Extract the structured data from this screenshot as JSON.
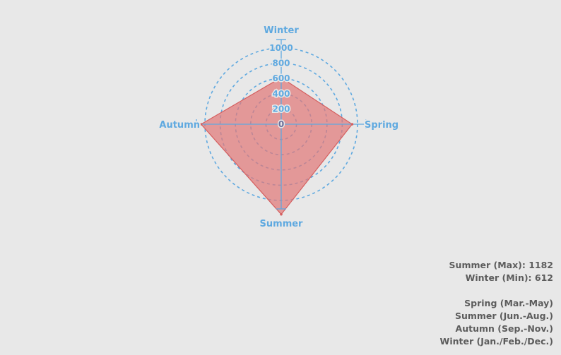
{
  "colors": {
    "background": "#e8e8e8",
    "axis": "#5fa9e0",
    "ring": "#5fa9e0",
    "area_fill": "#e07878",
    "area_stroke": "#d55f5f",
    "text_muted": "#5c5c5c"
  },
  "chart_data": {
    "type": "radar",
    "axes": [
      "Winter",
      "Spring",
      "Summer",
      "Autumn"
    ],
    "series": [
      {
        "values": [
          612,
          930,
          1182,
          1050
        ]
      }
    ],
    "rings": [
      0,
      200,
      400,
      600,
      800,
      1000
    ],
    "r_max": 1000,
    "grid": true
  },
  "stats": {
    "max_line": "Summer (Max): 1182",
    "min_line": "Winter (Min): 612"
  },
  "legend": {
    "items": [
      "Spring (Mar.-May)",
      "Summer (Jun.-Aug.)",
      "Autumn (Sep.-Nov.)",
      "Winter (Jan./Feb./Dec.)"
    ]
  }
}
